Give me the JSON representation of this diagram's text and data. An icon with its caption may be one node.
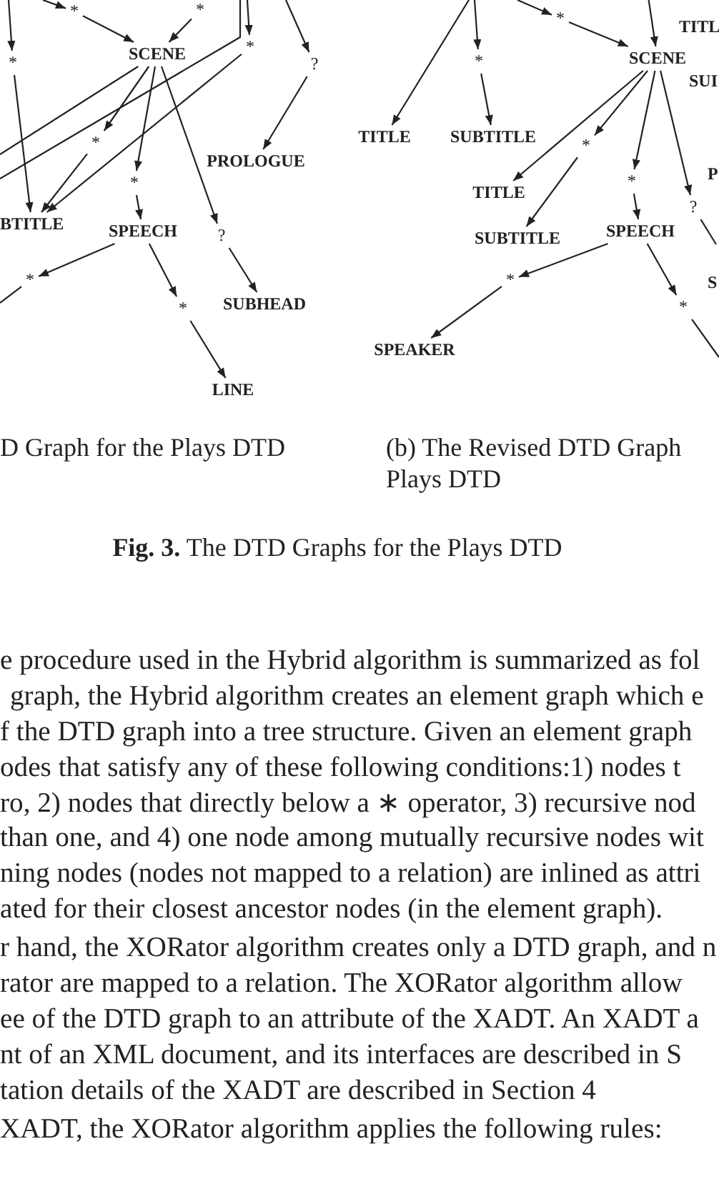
{
  "diagram": {
    "caption": "**Fig. 3.** The DTD Graphs for the Plays DTD",
    "nodes": [
      {
        "text": [
          "*"
        ]
      },
      {
        "text": [
          "*"
        ]
      },
      {
        "text": [
          "SCENE"
        ]
      },
      {
        "text": [
          "*"
        ]
      },
      {
        "text": [
          "*"
        ]
      },
      {
        "text": [
          "?"
        ]
      },
      {
        "text": [
          "*"
        ]
      },
      {
        "text": [
          "PROLOGUE"
        ]
      },
      {
        "text": [
          "*"
        ]
      },
      {
        "text": [
          "BTITLE"
        ]
      },
      {
        "text": [
          "SPEECH"
        ]
      },
      {
        "text": [
          "?"
        ]
      },
      {
        "text": [
          "*"
        ]
      },
      {
        "text": [
          "*"
        ]
      },
      {
        "text": [
          "SUBHEAD"
        ]
      },
      {
        "text": [
          "LINE"
        ]
      },
      {
        "text": [
          "*"
        ]
      },
      {
        "text": [
          "TITL"
        ]
      },
      {
        "text": [
          "SCENE"
        ]
      },
      {
        "text": [
          "SUI"
        ]
      },
      {
        "text": [
          "*"
        ]
      },
      {
        "text": [
          "TITLE"
        ]
      },
      {
        "text": [
          "SUBTITLE"
        ]
      },
      {
        "text": [
          "*"
        ]
      },
      {
        "text": [
          "P"
        ]
      },
      {
        "text": [
          "*"
        ]
      },
      {
        "text": [
          "TITLE"
        ]
      },
      {
        "text": [
          "?"
        ]
      },
      {
        "text": [
          "SUBTITLE"
        ]
      },
      {
        "text": [
          "SPEECH"
        ]
      },
      {
        "text": [
          "*"
        ]
      },
      {
        "text": [
          "S"
        ]
      },
      {
        "text": [
          "*"
        ]
      },
      {
        "text": [
          "SPEAKER"
        ]
      }
    ],
    "edges": [
      {
        "from": null,
        "to": 0,
        "arrow": "to"
      },
      {
        "from": 0,
        "to": 2,
        "arrow": "to"
      },
      {
        "from": 1,
        "to": 2,
        "arrow": "to"
      },
      {
        "from": null,
        "to": 3,
        "arrow": "to"
      },
      {
        "from": 3,
        "to": 9,
        "arrow": "to"
      },
      {
        "from": null,
        "to": 4,
        "arrow": "to"
      },
      {
        "from": null,
        "to": 5,
        "arrow": "to"
      },
      {
        "from": 5,
        "to": 7,
        "arrow": "to"
      },
      {
        "from": 2,
        "to": null,
        "arrow": "none"
      },
      {
        "from": 4,
        "to": 9,
        "arrow": "to"
      },
      {
        "from": 2,
        "to": 6,
        "arrow": "to"
      },
      {
        "from": 6,
        "to": 9,
        "arrow": "to"
      },
      {
        "from": 2,
        "to": 8,
        "arrow": "to"
      },
      {
        "from": 8,
        "to": 10,
        "arrow": "to"
      },
      {
        "from": 2,
        "to": 11,
        "arrow": "to"
      },
      {
        "from": 11,
        "to": 14,
        "arrow": "to"
      },
      {
        "from": 10,
        "to": 12,
        "arrow": "to"
      },
      {
        "from": 12,
        "to": null,
        "arrow": "none"
      },
      {
        "from": 10,
        "to": 13,
        "arrow": "to"
      },
      {
        "from": 13,
        "to": 15,
        "arrow": "to"
      },
      {
        "from": null,
        "to": 21,
        "arrow": "to"
      },
      {
        "from": null,
        "to": 20,
        "arrow": "to"
      },
      {
        "from": 20,
        "to": 22,
        "arrow": "to"
      },
      {
        "from": null,
        "to": 16,
        "arrow": "to"
      },
      {
        "from": 16,
        "to": 18,
        "arrow": "to"
      },
      {
        "from": null,
        "to": 18,
        "arrow": "to"
      },
      {
        "from": 18,
        "to": 26,
        "arrow": "to"
      },
      {
        "from": 18,
        "to": 23,
        "arrow": "to"
      },
      {
        "from": 23,
        "to": 28,
        "arrow": "to"
      },
      {
        "from": 18,
        "to": 25,
        "arrow": "to"
      },
      {
        "from": 25,
        "to": 29,
        "arrow": "to"
      },
      {
        "from": 18,
        "to": 27,
        "arrow": "to"
      },
      {
        "from": 27,
        "to": null,
        "arrow": "none"
      },
      {
        "from": 29,
        "to": 30,
        "arrow": "to"
      },
      {
        "from": 30,
        "to": 33,
        "arrow": "to"
      },
      {
        "from": 29,
        "to": 32,
        "arrow": "to"
      },
      {
        "from": 32,
        "to": null,
        "arrow": "none"
      }
    ],
    "labels": [
      "D Graph for the Plays DTD",
      "(b) The Revised DTD Graph",
      "Plays DTD",
      "e procedure used in the Hybrid algorithm is summarized as fol",
      "graph, the Hybrid algorithm creates an element graph which e",
      "f the DTD graph into a tree structure. Given an element graph",
      "odes that satisfy any of these following conditions:1) nodes t",
      "ro, 2) nodes that directly below a ∗ operator, 3) recursive nod",
      "than one, and 4) one node among mutually recursive nodes wit",
      "ning nodes (nodes not mapped to a relation) are inlined as attri",
      "ated for their closest ancestor nodes (in the element graph).",
      "r hand, the XORator algorithm creates only a DTD graph, and n",
      "rator are mapped to a relation. The XORator algorithm allow",
      "ee of the DTD graph to an attribute of the XADT. An XADT a",
      "nt of an XML document, and its interfaces are described in S",
      "tation details of the XADT are described in Section 4",
      "XADT, the XORator algorithm applies the following rules:"
    ]
  }
}
